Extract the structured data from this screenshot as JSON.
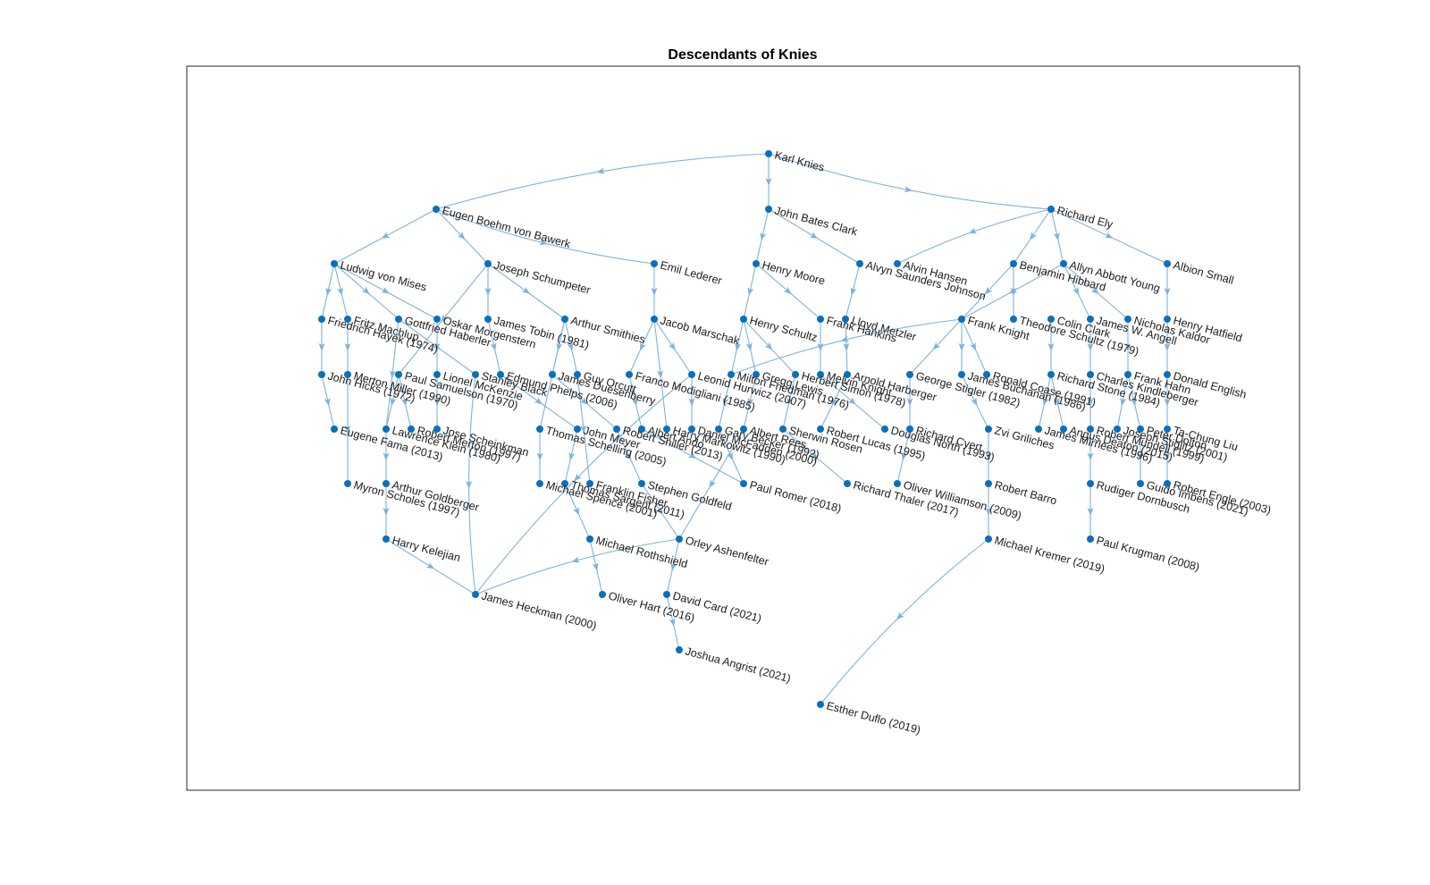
{
  "title": "Descendants of Knies",
  "colors": {
    "node": "#0a6fbd",
    "edge": "#7fb2dc",
    "text": "#1a1a1a"
  },
  "nodes": [
    {
      "id": "karl-knies",
      "label": "Karl Knies"
    },
    {
      "id": "boehm-bawerk",
      "label": "Eugen Boehm von Bawerk"
    },
    {
      "id": "jb-clark",
      "label": "John Bates Clark"
    },
    {
      "id": "richard-ely",
      "label": "Richard Ely"
    },
    {
      "id": "ludwig-mises",
      "label": "Ludwig von Mises"
    },
    {
      "id": "schumpeter",
      "label": "Joseph Schumpeter"
    },
    {
      "id": "emil-lederer",
      "label": "Emil Lederer"
    },
    {
      "id": "henry-moore",
      "label": "Henry Moore"
    },
    {
      "id": "alvyn-johnson",
      "label": "Alvyn Saunders Johnson"
    },
    {
      "id": "alvin-hansen",
      "label": "Alvin Hansen"
    },
    {
      "id": "benjamin-hibbard",
      "label": "Benjamin Hibbard"
    },
    {
      "id": "allyn-young",
      "label": "Allyn Abbott Young"
    },
    {
      "id": "albion-small",
      "label": "Albion Small"
    },
    {
      "id": "hayek",
      "label": "Friedrich Hayek (1974)"
    },
    {
      "id": "machlup",
      "label": "Fritz Machlup"
    },
    {
      "id": "haberler",
      "label": "Gottfried Haberler"
    },
    {
      "id": "morgenstern",
      "label": "Oskar Morgenstern"
    },
    {
      "id": "tobin",
      "label": "James Tobin (1981)"
    },
    {
      "id": "smithies",
      "label": "Arthur Smithies"
    },
    {
      "id": "marschak",
      "label": "Jacob Marschak"
    },
    {
      "id": "henry-schultz",
      "label": "Henry Schultz"
    },
    {
      "id": "frank-hankins",
      "label": "Frank Hankins"
    },
    {
      "id": "lloyd-metzler",
      "label": "Lloyd Metzler"
    },
    {
      "id": "frank-knight",
      "label": "Frank Knight"
    },
    {
      "id": "theodore-schultz",
      "label": "Theodore Schultz (1979)"
    },
    {
      "id": "colin-clark",
      "label": "Colin Clark"
    },
    {
      "id": "james-angell",
      "label": "James W. Angell"
    },
    {
      "id": "nicholas-kaldor",
      "label": "Nicholas Kaldor"
    },
    {
      "id": "henry-hatfield",
      "label": "Henry Hatfield"
    },
    {
      "id": "john-hicks",
      "label": "John Hicks (1972)"
    },
    {
      "id": "merton-miller",
      "label": "Merton Miller (1990)"
    },
    {
      "id": "samuelson",
      "label": "Paul Samuelson (1970)"
    },
    {
      "id": "mckenzie",
      "label": "Lionel McKenzie"
    },
    {
      "id": "stanley-black",
      "label": "Stanley Black"
    },
    {
      "id": "phelps",
      "label": "Edmund Phelps (2006)"
    },
    {
      "id": "duesenberry",
      "label": "James Duesenberry"
    },
    {
      "id": "guy-orcutt",
      "label": "Guy Orcutt"
    },
    {
      "id": "modigliani",
      "label": "Franco Modigliani (1985)"
    },
    {
      "id": "hurwicz",
      "label": "Leonid Hurwicz (2007)"
    },
    {
      "id": "friedman",
      "label": "Milton Friedman (1976)"
    },
    {
      "id": "gregg-lewis",
      "label": "Gregg Lewis"
    },
    {
      "id": "herbert-simon",
      "label": "Herbert Simon (1978)"
    },
    {
      "id": "melvin-knight",
      "label": "Melvin Knight"
    },
    {
      "id": "harberger",
      "label": "Arnold Harberger"
    },
    {
      "id": "stigler",
      "label": "George Stigler (1982)"
    },
    {
      "id": "buchanan",
      "label": "James Buchanan (1986)"
    },
    {
      "id": "coase",
      "label": "Ronald Coase (1991)"
    },
    {
      "id": "richard-stone",
      "label": "Richard Stone (1984)"
    },
    {
      "id": "kindleberger",
      "label": "Charles Kindleberger"
    },
    {
      "id": "frank-hahn",
      "label": "Frank Hahn"
    },
    {
      "id": "donald-english",
      "label": "Donald English"
    },
    {
      "id": "fama",
      "label": "Eugene Fama (2013)"
    },
    {
      "id": "lawrence-klein",
      "label": "Lawrence Klein (1980)"
    },
    {
      "id": "robert-merton",
      "label": "Robert Merton (1997)"
    },
    {
      "id": "scheinkman",
      "label": "Jose Scheinkman"
    },
    {
      "id": "thomas-schelling",
      "label": "Thomas Schelling (2005)"
    },
    {
      "id": "john-meyer",
      "label": "John Meyer"
    },
    {
      "id": "shiller",
      "label": "Robert Shiller (2013)"
    },
    {
      "id": "albert-ando",
      "label": "Albert Ando"
    },
    {
      "id": "markowitz",
      "label": "Harry Markowitz (1990)"
    },
    {
      "id": "mcfadden",
      "label": "Daniel McFadden (2000)"
    },
    {
      "id": "gary-becker",
      "label": "Gary Becker (1992)"
    },
    {
      "id": "albert-rees",
      "label": "Albert Rees"
    },
    {
      "id": "sherwin-rosen",
      "label": "Sherwin Rosen"
    },
    {
      "id": "robert-lucas",
      "label": "Robert Lucas (1995)"
    },
    {
      "id": "douglass-north",
      "label": "Douglas North (1993)"
    },
    {
      "id": "richard-cyert",
      "label": "Richard Cyert"
    },
    {
      "id": "zvi-griliches",
      "label": "Zvi Griliches"
    },
    {
      "id": "mirrlees",
      "label": "James Mirrlees (1996)"
    },
    {
      "id": "angus-deaton",
      "label": "Angus Deaton (2015)"
    },
    {
      "id": "mundell",
      "label": "Robert Mundell (1999)"
    },
    {
      "id": "stiglitz",
      "label": "Joseph Stiglitz (2001)"
    },
    {
      "id": "peter-dolton",
      "label": "Peter Dolton"
    },
    {
      "id": "tachung-liu",
      "label": "Ta-Chung Liu"
    },
    {
      "id": "myron-scholes",
      "label": "Myron Scholes (1997)"
    },
    {
      "id": "goldberger",
      "label": "Arthur Goldberger"
    },
    {
      "id": "michael-spence",
      "label": "Michael Spence (2001)"
    },
    {
      "id": "sargent",
      "label": "Thomas Sargent (2011)"
    },
    {
      "id": "franklin-fisher",
      "label": "Franklin Fisher"
    },
    {
      "id": "goldfeld",
      "label": "Stephen Goldfeld"
    },
    {
      "id": "paul-romer",
      "label": "Paul Romer (2018)"
    },
    {
      "id": "thaler",
      "label": "Richard Thaler (2017)"
    },
    {
      "id": "williamson",
      "label": "Oliver Williamson (2009)"
    },
    {
      "id": "robert-barro",
      "label": "Robert Barro"
    },
    {
      "id": "dornbusch",
      "label": "Rudiger Dornbusch"
    },
    {
      "id": "guido-imbens",
      "label": "Guido Imbens (2021)"
    },
    {
      "id": "robert-engle",
      "label": "Robert Engle (2003)"
    },
    {
      "id": "kelejian",
      "label": "Harry Kelejian"
    },
    {
      "id": "rothshield",
      "label": "Michael Rothshield"
    },
    {
      "id": "ashenfelter",
      "label": "Orley Ashenfelter"
    },
    {
      "id": "kremer",
      "label": "Michael Kremer (2019)"
    },
    {
      "id": "krugman",
      "label": "Paul Krugman (2008)"
    },
    {
      "id": "heckman",
      "label": "James Heckman (2000)"
    },
    {
      "id": "oliver-hart",
      "label": "Oliver Hart (2016)"
    },
    {
      "id": "david-card",
      "label": "David Card (2021)"
    },
    {
      "id": "angrist",
      "label": "Joshua Angrist (2021)"
    },
    {
      "id": "duflo",
      "label": "Esther Duflo (2019)"
    }
  ],
  "edges": [
    [
      "karl-knies",
      "boehm-bawerk"
    ],
    [
      "karl-knies",
      "jb-clark"
    ],
    [
      "karl-knies",
      "richard-ely"
    ],
    [
      "boehm-bawerk",
      "ludwig-mises"
    ],
    [
      "boehm-bawerk",
      "schumpeter"
    ],
    [
      "boehm-bawerk",
      "emil-lederer"
    ],
    [
      "jb-clark",
      "henry-moore"
    ],
    [
      "jb-clark",
      "alvyn-johnson"
    ],
    [
      "richard-ely",
      "alvin-hansen"
    ],
    [
      "richard-ely",
      "benjamin-hibbard"
    ],
    [
      "richard-ely",
      "allyn-young"
    ],
    [
      "richard-ely",
      "albion-small"
    ],
    [
      "ludwig-mises",
      "hayek"
    ],
    [
      "ludwig-mises",
      "machlup"
    ],
    [
      "ludwig-mises",
      "haberler"
    ],
    [
      "ludwig-mises",
      "morgenstern"
    ],
    [
      "schumpeter",
      "tobin"
    ],
    [
      "schumpeter",
      "smithies"
    ],
    [
      "schumpeter",
      "samuelson"
    ],
    [
      "emil-lederer",
      "marschak"
    ],
    [
      "henry-moore",
      "henry-schultz"
    ],
    [
      "henry-moore",
      "frank-hankins"
    ],
    [
      "alvyn-johnson",
      "lloyd-metzler"
    ],
    [
      "allyn-young",
      "frank-knight"
    ],
    [
      "allyn-young",
      "james-angell"
    ],
    [
      "allyn-young",
      "nicholas-kaldor"
    ],
    [
      "benjamin-hibbard",
      "theodore-schultz"
    ],
    [
      "benjamin-hibbard",
      "frank-knight"
    ],
    [
      "albion-small",
      "henry-hatfield"
    ],
    [
      "hayek",
      "john-hicks"
    ],
    [
      "machlup",
      "merton-miller"
    ],
    [
      "haberler",
      "stanley-black"
    ],
    [
      "haberler",
      "lawrence-klein"
    ],
    [
      "morgenstern",
      "mckenzie"
    ],
    [
      "tobin",
      "phelps"
    ],
    [
      "smithies",
      "duesenberry"
    ],
    [
      "smithies",
      "guy-orcutt"
    ],
    [
      "smithies",
      "thomas-schelling"
    ],
    [
      "marschak",
      "modigliani"
    ],
    [
      "marschak",
      "hurwicz"
    ],
    [
      "marschak",
      "markowitz"
    ],
    [
      "henry-schultz",
      "friedman"
    ],
    [
      "henry-schultz",
      "gregg-lewis"
    ],
    [
      "henry-schultz",
      "herbert-simon"
    ],
    [
      "frank-hankins",
      "melvin-knight"
    ],
    [
      "lloyd-metzler",
      "harberger"
    ],
    [
      "frank-knight",
      "stigler"
    ],
    [
      "frank-knight",
      "buchanan"
    ],
    [
      "frank-knight",
      "coase"
    ],
    [
      "frank-knight",
      "friedman"
    ],
    [
      "colin-clark",
      "richard-stone"
    ],
    [
      "james-angell",
      "kindleberger"
    ],
    [
      "nicholas-kaldor",
      "frank-hahn"
    ],
    [
      "henry-hatfield",
      "donald-english"
    ],
    [
      "john-hicks",
      "fama"
    ],
    [
      "merton-miller",
      "myron-scholes"
    ],
    [
      "samuelson",
      "robert-merton"
    ],
    [
      "samuelson",
      "lawrence-klein"
    ],
    [
      "mckenzie",
      "scheinkman"
    ],
    [
      "stanley-black",
      "heckman"
    ],
    [
      "phelps",
      "john-meyer"
    ],
    [
      "duesenberry",
      "shiller"
    ],
    [
      "guy-orcutt",
      "franklin-fisher"
    ],
    [
      "modigliani",
      "albert-ando"
    ],
    [
      "hurwicz",
      "mcfadden"
    ],
    [
      "friedman",
      "gary-becker"
    ],
    [
      "gregg-lewis",
      "albert-rees"
    ],
    [
      "herbert-simon",
      "sherwin-rosen"
    ],
    [
      "melvin-knight",
      "douglass-north"
    ],
    [
      "harberger",
      "robert-lucas"
    ],
    [
      "stigler",
      "richard-cyert"
    ],
    [
      "buchanan",
      "zvi-griliches"
    ],
    [
      "richard-stone",
      "mirrlees"
    ],
    [
      "richard-stone",
      "angus-deaton"
    ],
    [
      "kindleberger",
      "mundell"
    ],
    [
      "frank-hahn",
      "stiglitz"
    ],
    [
      "frank-hahn",
      "peter-dolton"
    ],
    [
      "donald-english",
      "tachung-liu"
    ],
    [
      "lawrence-klein",
      "goldberger"
    ],
    [
      "thomas-schelling",
      "michael-spence"
    ],
    [
      "john-meyer",
      "sargent"
    ],
    [
      "shiller",
      "goldfeld"
    ],
    [
      "albert-ando",
      "paul-romer"
    ],
    [
      "gary-becker",
      "paul-romer"
    ],
    [
      "albert-rees",
      "ashenfelter"
    ],
    [
      "sherwin-rosen",
      "thaler"
    ],
    [
      "richard-cyert",
      "williamson"
    ],
    [
      "zvi-griliches",
      "robert-barro"
    ],
    [
      "mundell",
      "dornbusch"
    ],
    [
      "peter-dolton",
      "guido-imbens"
    ],
    [
      "tachung-liu",
      "robert-engle"
    ],
    [
      "goldberger",
      "kelejian"
    ],
    [
      "sargent",
      "rothshield"
    ],
    [
      "goldfeld",
      "ashenfelter"
    ],
    [
      "robert-barro",
      "kremer"
    ],
    [
      "dornbusch",
      "krugman"
    ],
    [
      "kelejian",
      "heckman"
    ],
    [
      "rothshield",
      "oliver-hart"
    ],
    [
      "ashenfelter",
      "david-card"
    ],
    [
      "david-card",
      "angrist"
    ],
    [
      "kremer",
      "duflo"
    ],
    [
      "ashenfelter",
      "heckman"
    ],
    [
      "hurwicz",
      "heckman"
    ]
  ]
}
